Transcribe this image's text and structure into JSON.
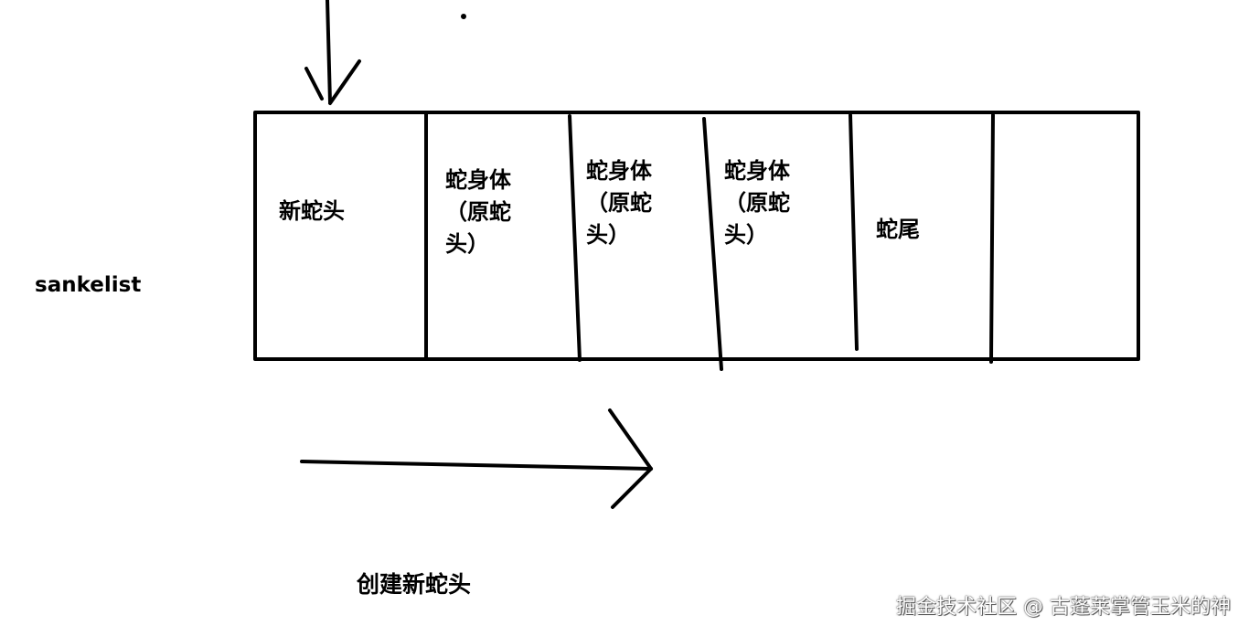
{
  "list_label": "sankelist",
  "cells": [
    {
      "text": "新蛇头"
    },
    {
      "text": "蛇身体\n（原蛇\n头）"
    },
    {
      "text": "蛇身体\n（原蛇\n头）"
    },
    {
      "text": "蛇身体\n（原蛇\n头）"
    },
    {
      "text": "蛇尾"
    },
    {
      "text": ""
    }
  ],
  "caption": "创建新蛇头",
  "watermark": "掘金技术社区 @ 古蓬莱掌管玉米的神"
}
